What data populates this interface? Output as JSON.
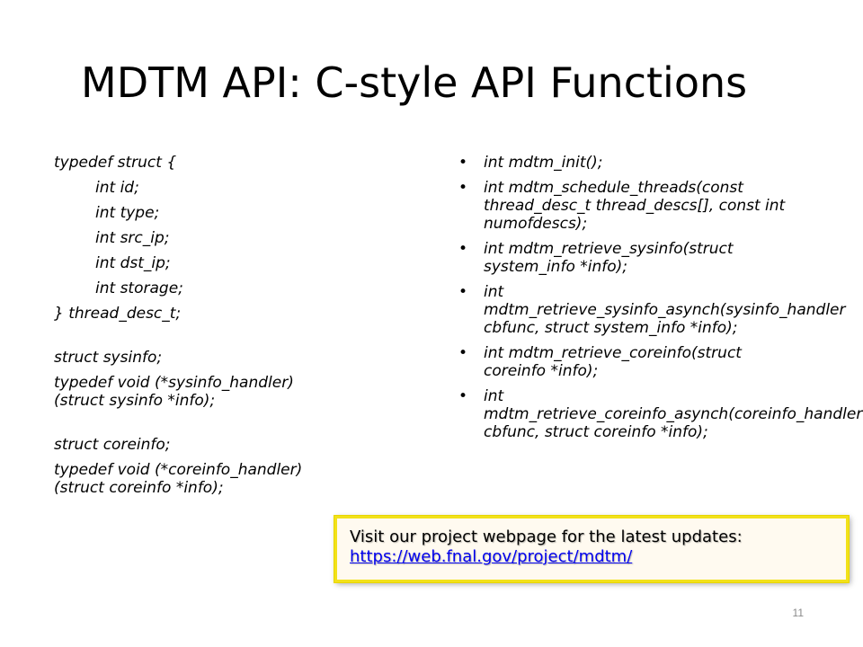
{
  "slide": {
    "title": "MDTM API: C-style API Functions",
    "left_code": {
      "lines": [
        "typedef struct {",
        "int id;",
        "int type;",
        "int src_ip;",
        "int dst_ip;",
        "int storage;",
        "} thread_desc_t;",
        "struct sysinfo;",
        "typedef void (*sysinfo_handler)(struct sysinfo *info);",
        "struct coreinfo;",
        "typedef void (*coreinfo_handler)(struct coreinfo *info);"
      ]
    },
    "right_list": {
      "bullet_char": "•",
      "items": [
        "int mdtm_init();",
        "int mdtm_schedule_threads(const thread_desc_t thread_descs[], const int numofdescs);",
        "int mdtm_retrieve_sysinfo(struct system_info *info);",
        "int mdtm_retrieve_sysinfo_asynch(sysinfo_handler cbfunc, struct system_info *info);",
        "int mdtm_retrieve_coreinfo(struct coreinfo *info);",
        "int mdtm_retrieve_coreinfo_asynch(coreinfo_handler cbfunc, struct coreinfo *info);"
      ]
    },
    "callout": {
      "text": "Visit our project webpage for the latest updates:",
      "link": "https://web.fnal.gov/project/mdtm/",
      "border_color": "#f2e11a",
      "link_color": "#0000ee"
    },
    "page_number": "11"
  }
}
